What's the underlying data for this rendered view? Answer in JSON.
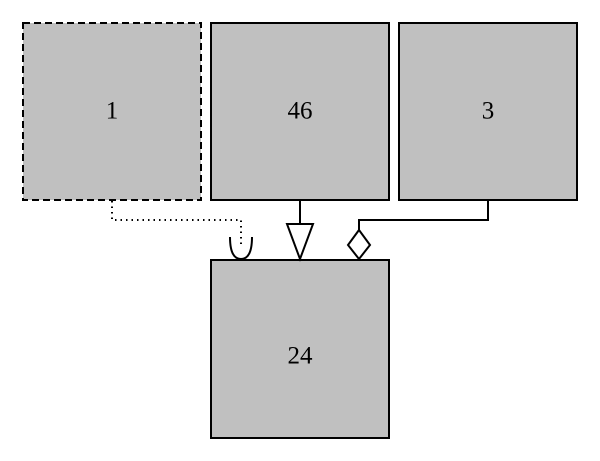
{
  "diagram": {
    "nodes": [
      {
        "id": "node-1",
        "label": "1",
        "border": "dashed"
      },
      {
        "id": "node-46",
        "label": "46",
        "border": "solid"
      },
      {
        "id": "node-3",
        "label": "3",
        "border": "solid"
      },
      {
        "id": "node-24",
        "label": "24",
        "border": "solid"
      }
    ],
    "edges": [
      {
        "from": "1",
        "to": "24",
        "line": "dotted",
        "head": "open-cup"
      },
      {
        "from": "46",
        "to": "24",
        "line": "solid",
        "head": "hollow-triangle"
      },
      {
        "from": "3",
        "to": "24",
        "line": "solid",
        "head": "hollow-diamond"
      }
    ],
    "colors": {
      "box_fill": "#c0c0c0",
      "stroke": "#000000",
      "background": "#ffffff"
    }
  }
}
